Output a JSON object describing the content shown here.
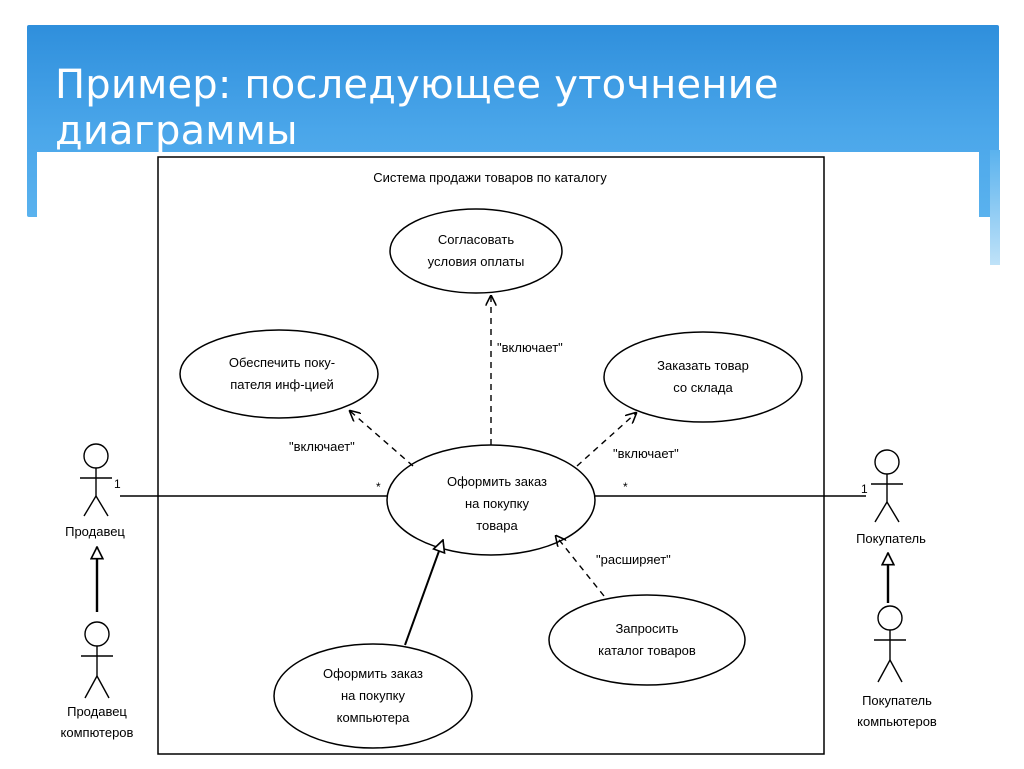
{
  "slide": {
    "title": "Пример: последующее уточнение диаграммы"
  },
  "diagram": {
    "system_name": "Система продажи товаров по каталогу",
    "use_cases": {
      "agree_payment": [
        "Согласовать",
        "условия оплаты"
      ],
      "provide_info": [
        "Обеспечить поку-",
        "пателя инф-цией"
      ],
      "order_from_stock": [
        "Заказать товар",
        "со склада"
      ],
      "place_order": [
        "Оформить заказ",
        "на покупку",
        "товара"
      ],
      "request_catalog": [
        "Запросить",
        "каталог товаров"
      ],
      "place_computer_order": [
        "Оформить заказ",
        "на покупку",
        "компьютера"
      ]
    },
    "actors": {
      "seller": [
        "Продавец"
      ],
      "computer_seller": [
        "Продавец",
        "компютеров"
      ],
      "buyer": [
        "Покупатель"
      ],
      "computer_buyer": [
        "Покупатель",
        "компьютеров"
      ]
    },
    "stereotypes": {
      "include_top": "\"включает\"",
      "include_left": "\"включает\"",
      "include_right": "\"включает\"",
      "extend": "\"расширяет\""
    },
    "multiplicities": {
      "seller_end": "1",
      "seller_usecase_end": "*",
      "buyer_usecase_end": "*",
      "buyer_end": "1"
    }
  }
}
